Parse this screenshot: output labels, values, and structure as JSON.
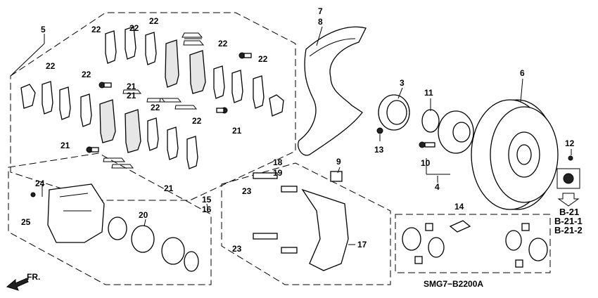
{
  "labels": [
    {
      "id": "p5",
      "text": "5"
    },
    {
      "id": "p7",
      "text": "7"
    },
    {
      "id": "p8",
      "text": "8"
    },
    {
      "id": "p3",
      "text": "3"
    },
    {
      "id": "p6",
      "text": "6"
    },
    {
      "id": "p11",
      "text": "11"
    },
    {
      "id": "p12",
      "text": "12"
    },
    {
      "id": "p13",
      "text": "13"
    },
    {
      "id": "p10",
      "text": "10"
    },
    {
      "id": "p4",
      "text": "4"
    },
    {
      "id": "p9",
      "text": "9"
    },
    {
      "id": "p14",
      "text": "14"
    },
    {
      "id": "p15",
      "text": "15"
    },
    {
      "id": "p16",
      "text": "16"
    },
    {
      "id": "p17",
      "text": "17"
    },
    {
      "id": "p18",
      "text": "18"
    },
    {
      "id": "p19",
      "text": "19"
    },
    {
      "id": "p20",
      "text": "20"
    },
    {
      "id": "p23a",
      "text": "23"
    },
    {
      "id": "p23b",
      "text": "23"
    },
    {
      "id": "p24",
      "text": "24"
    },
    {
      "id": "p25",
      "text": "25"
    }
  ],
  "pad_labels_22": [
    "22",
    "22",
    "22",
    "22",
    "22",
    "22",
    "22",
    "22",
    "22"
  ],
  "clip_labels_21": [
    "21",
    "21",
    "21",
    "21",
    "21"
  ],
  "refs": [
    "B-21",
    "B-21-1",
    "B-21-2"
  ],
  "diagram_code": "SMG7−B2200A",
  "direction": "FR."
}
